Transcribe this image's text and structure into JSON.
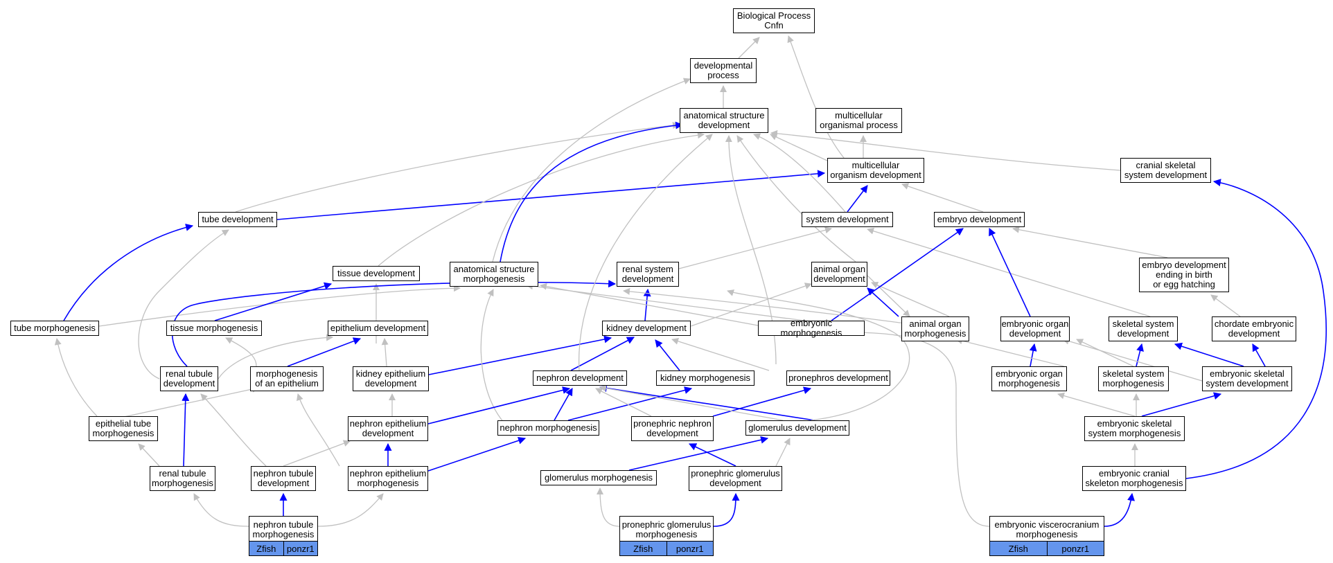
{
  "nodes": {
    "bio": "Biological Process\nCnfn",
    "devproc": "developmental\nprocess",
    "asd": "anatomical structure\ndevelopment",
    "mop": "multicellular\norganismal process",
    "mod": "multicellular\norganism development",
    "csd": "cranial skeletal\nsystem development",
    "tubedev": "tube development",
    "sysdev": "system development",
    "embdev": "embryo development",
    "tissdev": "tissue development",
    "asm": "anatomical structure\nmorphogenesis",
    "rsd": "renal system\ndevelopment",
    "aod": "animal organ\ndevelopment",
    "edebe": "embryo development\nending in birth\nor egg hatching",
    "tubemorph": "tube morphogenesis",
    "tissmorph": "tissue morphogenesis",
    "epidev": "epithelium development",
    "kiddev": "kidney development",
    "embmorph": "embryonic morphogenesis",
    "aom": "animal organ\nmorphogenesis",
    "eod": "embryonic organ\ndevelopment",
    "ssd": "skeletal system\ndevelopment",
    "ced": "chordate embryonic\ndevelopment",
    "rtd": "renal tubule\ndevelopment",
    "moae": "morphogenesis\nof an epithelium",
    "ked": "kidney epithelium\ndevelopment",
    "nephdev": "nephron development",
    "kidmorph": "kidney morphogenesis",
    "pronedev": "pronephros development",
    "eom": "embryonic organ\nmorphogenesis",
    "ssm": "skeletal system\nmorphogenesis",
    "esd": "embryonic skeletal\nsystem development",
    "etm": "epithelial tube\nmorphogenesis",
    "ned": "nephron epithelium\ndevelopment",
    "nephmorph": "nephron morphogenesis",
    "pnd": "pronephric nephron\ndevelopment",
    "glomdev": "glomerulus development",
    "esm": "embryonic skeletal\nsystem morphogenesis",
    "rtm": "renal tubule\nmorphogenesis",
    "ntd": "nephron tubule\ndevelopment",
    "nem": "nephron epithelium\nmorphogenesis",
    "glommorph": "glomerulus morphogenesis",
    "pgd": "pronephric glomerulus\ndevelopment",
    "ecsm": "embryonic cranial\nskeleton morphogenesis"
  },
  "annotated": {
    "ntm": {
      "label": "nephron tubule\nmorphogenesis",
      "species": "Zfish",
      "gene": "ponzr1"
    },
    "pgm": {
      "label": "pronephric glomerulus\nmorphogenesis",
      "species": "Zfish",
      "gene": "ponzr1"
    },
    "evm": {
      "label": "embryonic viscerocranium\nmorphogenesis",
      "species": "Zfish",
      "gene": "ponzr1"
    }
  },
  "colors": {
    "is_a_edge": "#c0c0c0",
    "part_of_edge": "#0000ff",
    "annotation_fill": "#6495ed"
  }
}
